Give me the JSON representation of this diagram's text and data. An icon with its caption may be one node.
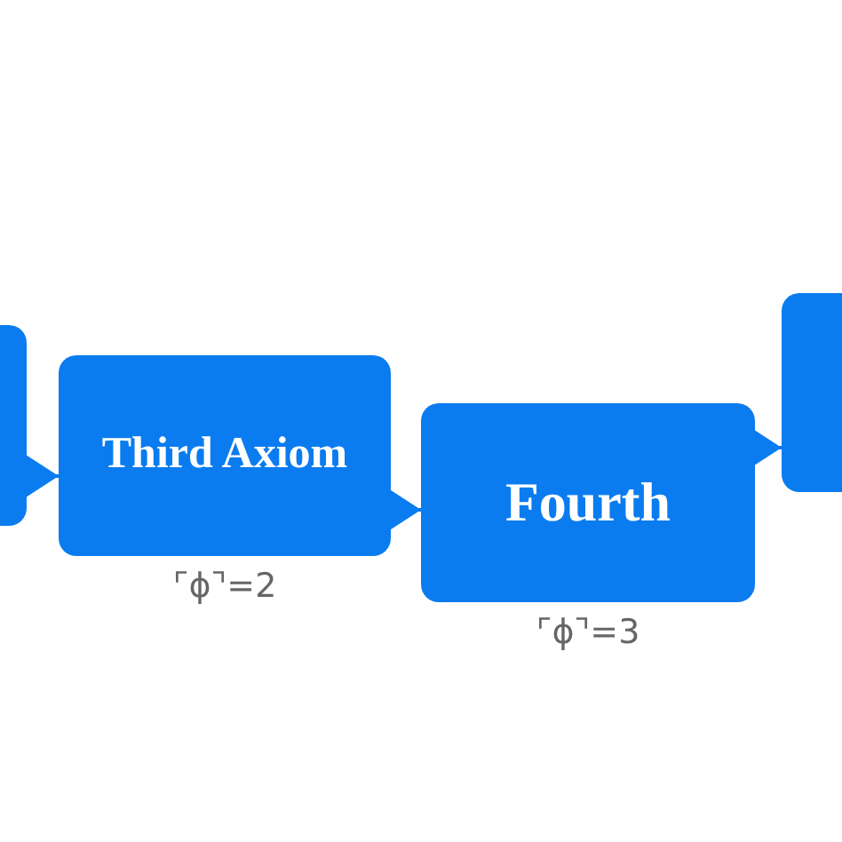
{
  "diagram": {
    "nodes": [
      {
        "text": [],
        "shape": "box"
      },
      {
        "text": [
          "Third Axiom"
        ],
        "beside": [
          "⌜ϕ⌝=2"
        ]
      },
      {
        "text": [
          "Fourth"
        ],
        "beside": [
          "⌜ϕ⌝=3"
        ]
      },
      {
        "text": [],
        "shape": "box"
      }
    ],
    "edges": [
      {
        "from": 0,
        "to": 1,
        "arrow": "to"
      },
      {
        "from": 1,
        "to": 2,
        "arrow": "to"
      },
      {
        "from": 2,
        "to": 3,
        "arrow": "to"
      }
    ]
  }
}
